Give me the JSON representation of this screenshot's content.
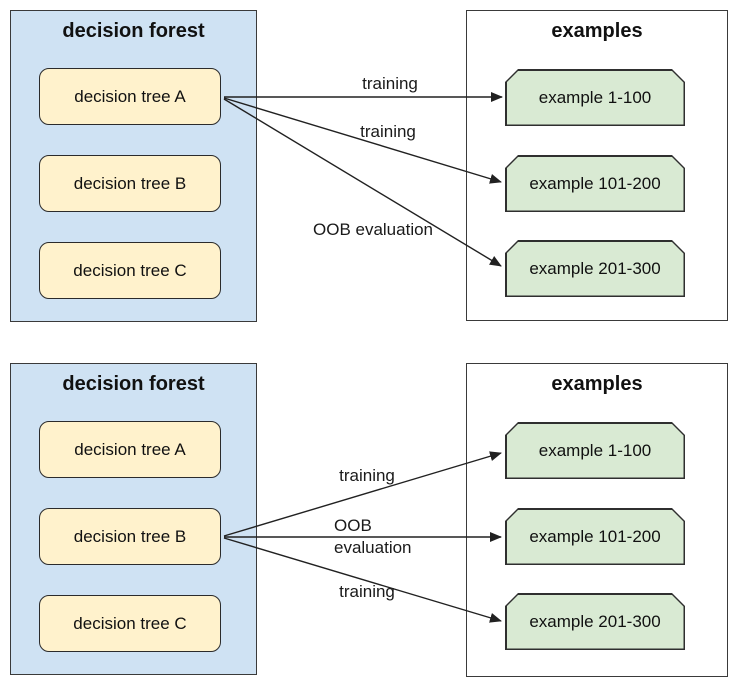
{
  "colors": {
    "forest_fill": "#cfe2f3",
    "tree_fill": "#fff2cc",
    "example_fill": "#d9ead3",
    "examples_fill": "#ffffff",
    "border": "#2b2b2b",
    "arrow": "#212121",
    "text": "#111111"
  },
  "diagrams": [
    {
      "forest": {
        "title": "decision forest",
        "trees": [
          "decision tree A",
          "decision tree B",
          "decision tree C"
        ]
      },
      "examples": {
        "title": "examples",
        "items": [
          "example 1-100",
          "example 101-200",
          "example 201-300"
        ]
      },
      "arrows": [
        {
          "label": "training",
          "from": "decision tree A",
          "to": "example 1-100"
        },
        {
          "label": "training",
          "from": "decision tree A",
          "to": "example 101-200"
        },
        {
          "label": "OOB evaluation",
          "from": "decision tree A",
          "to": "example 201-300"
        }
      ]
    },
    {
      "forest": {
        "title": "decision forest",
        "trees": [
          "decision tree A",
          "decision tree B",
          "decision tree C"
        ]
      },
      "examples": {
        "title": "examples",
        "items": [
          "example 1-100",
          "example 101-200",
          "example 201-300"
        ]
      },
      "arrows": [
        {
          "label": "training",
          "from": "decision tree B",
          "to": "example 1-100"
        },
        {
          "label": "OOB evaluation",
          "from": "decision tree B",
          "to": "example 101-200"
        },
        {
          "label": "training",
          "from": "decision tree B",
          "to": "example 201-300"
        }
      ]
    }
  ]
}
